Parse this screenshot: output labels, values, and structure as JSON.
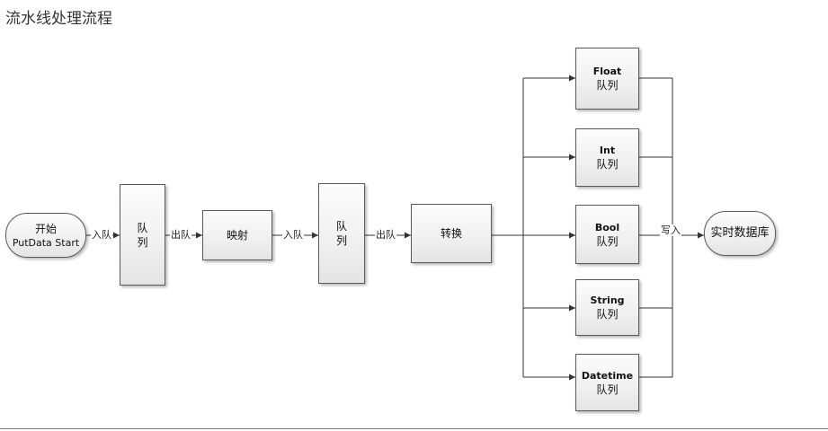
{
  "title": "流水线处理流程",
  "nodes": {
    "start": {
      "line1": "开始",
      "line2": "PutData Start"
    },
    "queue1": {
      "char1": "队",
      "char2": "列"
    },
    "mapping": {
      "label": "映射"
    },
    "queue2": {
      "char1": "队",
      "char2": "列"
    },
    "convert": {
      "label": "转换"
    },
    "float_queue": {
      "type": "Float",
      "label": "队列"
    },
    "int_queue": {
      "type": "Int",
      "label": "队列"
    },
    "bool_queue": {
      "type": "Bool",
      "label": "队列"
    },
    "string_queue": {
      "type": "String",
      "label": "队列"
    },
    "datetime_queue": {
      "type": "Datetime",
      "label": "队列"
    },
    "database": {
      "label": "实时数据库"
    }
  },
  "edge_labels": {
    "enqueue1": "入队",
    "dequeue1": "出队",
    "enqueue2": "入队",
    "dequeue2": "出队",
    "write": "写入"
  }
}
